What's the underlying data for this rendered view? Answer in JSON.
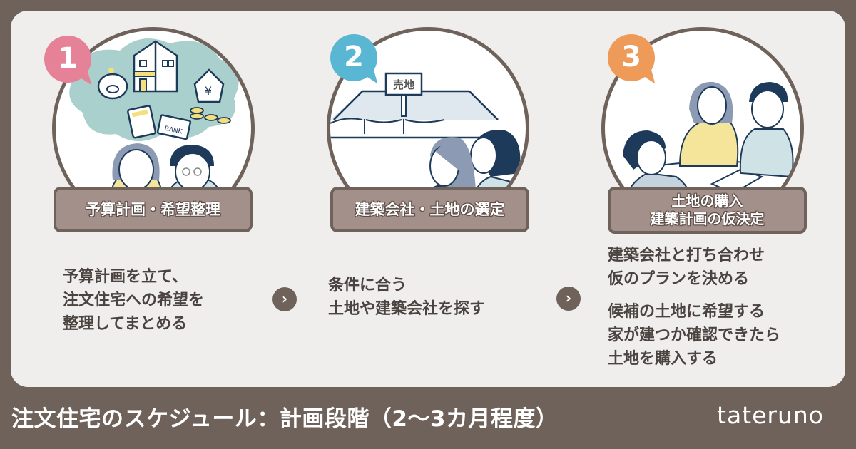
{
  "colors": {
    "background": "#6e625b",
    "panel": "#efeeed",
    "label_box": "#a4908a",
    "badge_1": "#e58298",
    "badge_2": "#5ab7d3",
    "badge_3": "#ee9a59",
    "text": "#4a4340"
  },
  "steps": [
    {
      "number": "1",
      "title_lines": [
        "予算計画・希望整理"
      ],
      "description": "予算計画を立て、\n注文住宅への希望を\n整理してまとめる",
      "illustration": "couple-thinking-about-budget-icon",
      "illustration_items": [
        "piggy-bank",
        "house",
        "yen-tag",
        "coins",
        "calculator",
        "BANK card"
      ]
    },
    {
      "number": "2",
      "title_lines": [
        "建築会社・土地の選定"
      ],
      "description": "条件に合う\n土地や建築会社を探す",
      "illustration": "couple-viewing-land-for-sale-icon",
      "sign_text": "売地"
    },
    {
      "number": "3",
      "title_lines": [
        "土地の購入",
        "建築計画の仮決定"
      ],
      "description_blocks": [
        "建築会社と打ち合わせ\n仮のプランを決める",
        "候補の土地に希望する\n家が建つか確認できたら\n土地を購入する"
      ],
      "illustration": "meeting-with-builder-icon"
    }
  ],
  "arrows": [
    "›",
    "›"
  ],
  "footer": {
    "title": "注文住宅のスケジュール：計画段階（2〜3カ月程度）",
    "brand": "tateruno"
  }
}
